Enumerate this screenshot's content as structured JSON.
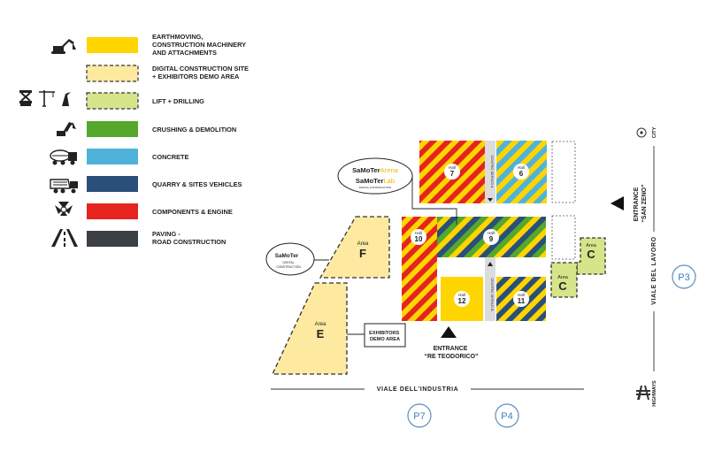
{
  "legend": [
    {
      "id": "earthmoving",
      "icon": "excavator-icon",
      "label_lines": [
        "EARTHMOVING,",
        "CONSTRUCTION MACHINERY",
        "AND ATTACHMENTS"
      ],
      "color": "#ffd500",
      "dashed": false
    },
    {
      "id": "digital",
      "icon": "",
      "label_lines": [
        "DIGITAL CONSTRUCTION SITE",
        "+ EXHIBITORS DEMO AREA"
      ],
      "color": "#fde9a0",
      "dashed": true
    },
    {
      "id": "lift",
      "icon": "lift-crane-icon",
      "label_lines": [
        "LIFT + DRILLING"
      ],
      "color": "#d6e48a",
      "dashed": true
    },
    {
      "id": "crushing",
      "icon": "demolition-excavator-icon",
      "label_lines": [
        "CRUSHING & DEMOLITION"
      ],
      "color": "#55a82b",
      "dashed": false
    },
    {
      "id": "concrete",
      "icon": "concrete-mixer-icon",
      "label_lines": [
        "CONCRETE"
      ],
      "color": "#4fb3d9",
      "dashed": false
    },
    {
      "id": "quarry",
      "icon": "dump-truck-icon",
      "label_lines": [
        "QUARRY & SITES VEHICLES"
      ],
      "color": "#2a4f7a",
      "dashed": false
    },
    {
      "id": "components",
      "icon": "engine-components-icon",
      "label_lines": [
        "COMPONENTS & ENGINE"
      ],
      "color": "#e52420",
      "dashed": false
    },
    {
      "id": "paving",
      "icon": "road-icon",
      "label_lines": [
        "PAVING -",
        "ROAD CONSTRUCTION"
      ],
      "color": "#3b4045",
      "dashed": false
    }
  ],
  "halls": {
    "hall7": {
      "word": "Hall",
      "num": "7"
    },
    "hall6": {
      "word": "Hall",
      "num": "6"
    },
    "hall10": {
      "word": "Hall",
      "num": "10"
    },
    "hall9": {
      "word": "Hall",
      "num": "9"
    },
    "hall12": {
      "word": "Hall",
      "num": "12"
    },
    "hall11": {
      "word": "Hall",
      "num": "11"
    }
  },
  "areas": {
    "F": {
      "word": "Area",
      "letter": "F"
    },
    "E": {
      "word": "Area",
      "letter": "E"
    },
    "C1": {
      "word": "Area",
      "letter": "C"
    },
    "C2": {
      "word": "Area",
      "letter": "C"
    }
  },
  "callouts": {
    "arena": {
      "brand": "SaMoTer",
      "suffix": "Arena"
    },
    "lab": {
      "brand": "SaMoTer",
      "suffix": "Lab",
      "tagline": "DIGITAL CONSTRUCTION"
    },
    "construction": {
      "brand": "SaMoTer",
      "sub": "CONSTRUCTION",
      "tagline": "DIGITAL"
    },
    "demo_box": {
      "lines": [
        "EXHIBITORS",
        "DEMO AREA"
      ]
    }
  },
  "corridors": {
    "upper": "CENTRO SERVIZI A",
    "lower": "CENTRO SERVIZI B"
  },
  "entrances": {
    "re_teodorico": {
      "lines": [
        "ENTRANCE",
        "“RE TEODORICO”"
      ]
    },
    "san_zeno": {
      "lines": [
        "ENTRANCE",
        "“SAN ZENO”"
      ]
    }
  },
  "roads": {
    "industria": "VIALE DELL'INDUSTRIA",
    "lavoro": "VIALE DEL LAVORO",
    "city": "CITY",
    "highways": "HIGHWAYS"
  },
  "parking": {
    "p3": "P3",
    "p4": "P4",
    "p7": "P7"
  }
}
